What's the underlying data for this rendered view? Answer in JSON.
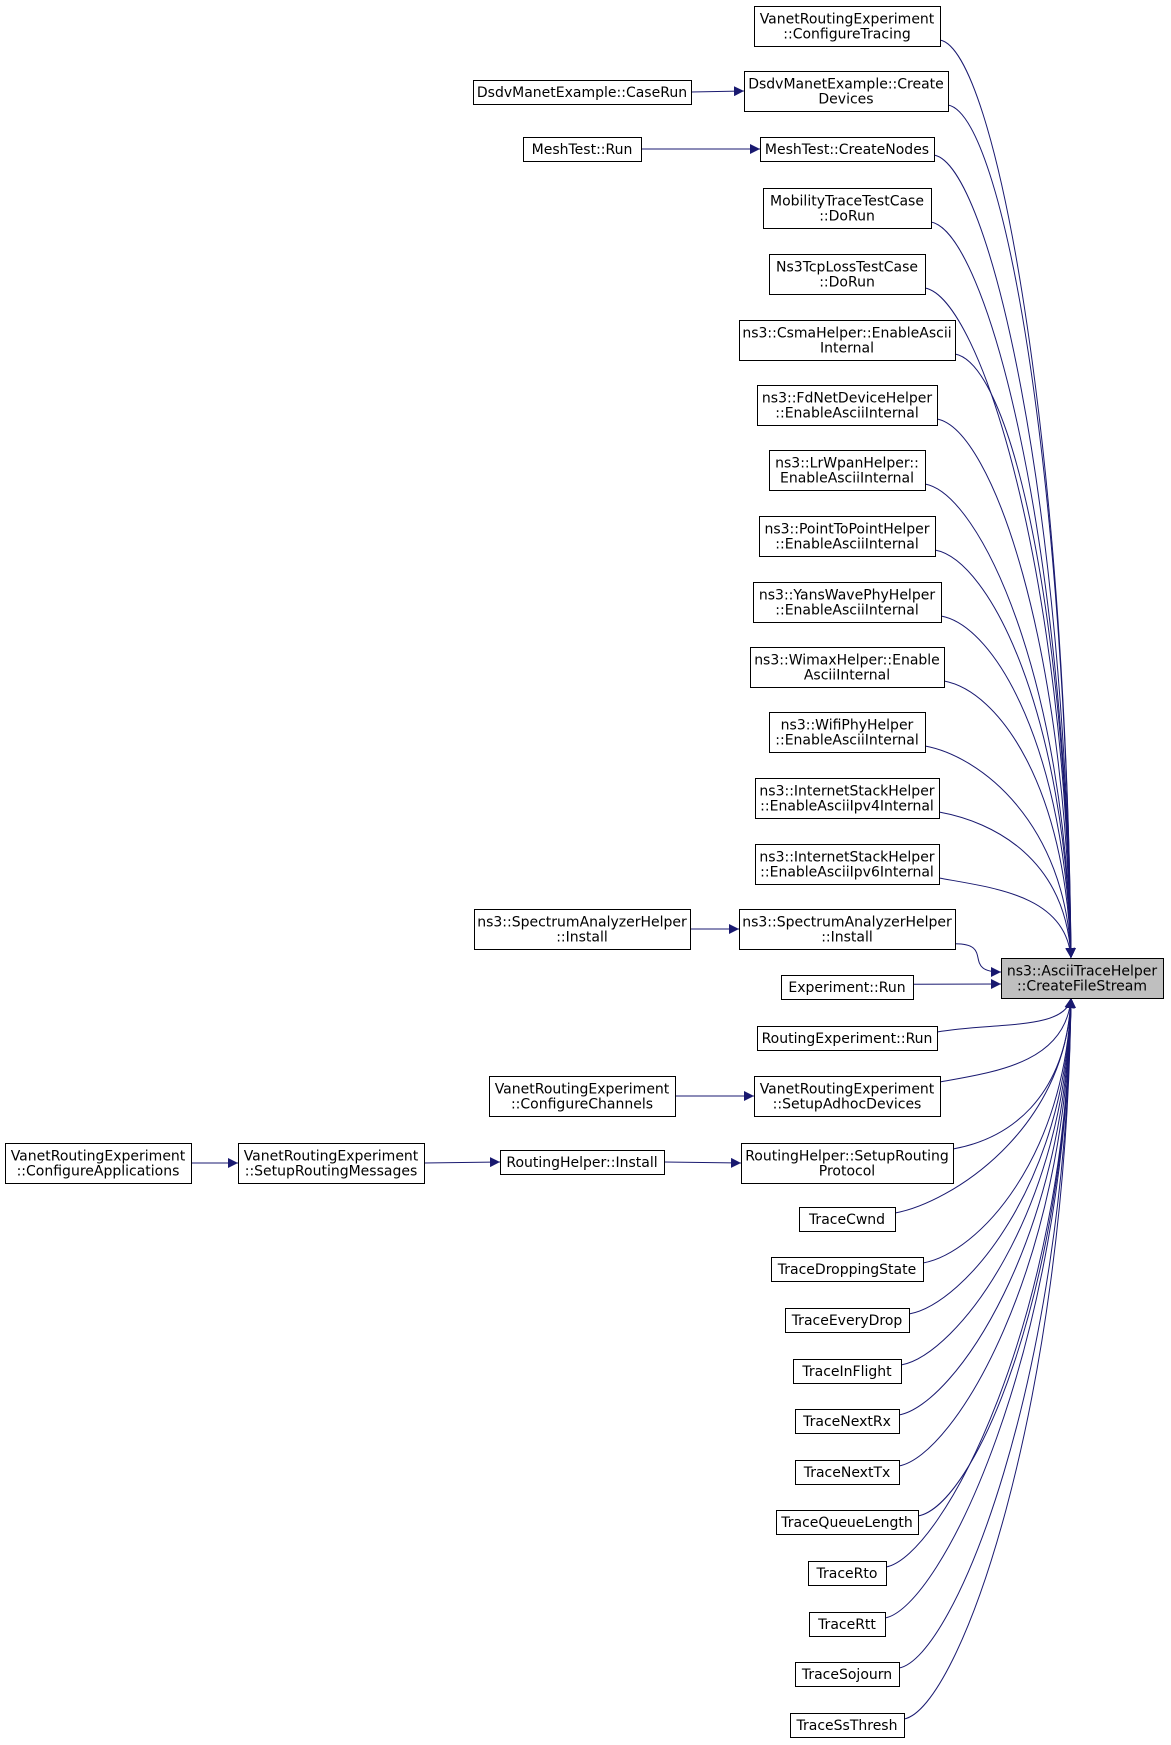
{
  "colors": {
    "edge": "#191970",
    "node_border": "#000000",
    "node_fill": "#ffffff",
    "focus_fill": "#bfbfbf"
  },
  "focus_node": {
    "id": "target",
    "lines": [
      "ns3::AsciiTraceHelper",
      "::CreateFileStream"
    ]
  },
  "nodes": [
    {
      "id": "configure-tracing",
      "lines": [
        "VanetRoutingExperiment",
        "::ConfigureTracing"
      ]
    },
    {
      "id": "dsdv-create-devices",
      "lines": [
        "DsdvManetExample::Create",
        "Devices"
      ]
    },
    {
      "id": "dsdv-case-run",
      "lines": [
        "DsdvManetExample::CaseRun"
      ]
    },
    {
      "id": "meshtest-create-nodes",
      "lines": [
        "MeshTest::CreateNodes"
      ]
    },
    {
      "id": "meshtest-run",
      "lines": [
        "MeshTest::Run"
      ]
    },
    {
      "id": "mobility-trace-dorun",
      "lines": [
        "MobilityTraceTestCase",
        "::DoRun"
      ]
    },
    {
      "id": "ns3tcploss-dorun",
      "lines": [
        "Ns3TcpLossTestCase",
        "::DoRun"
      ]
    },
    {
      "id": "csma-enable-ascii",
      "lines": [
        "ns3::CsmaHelper::EnableAscii",
        "Internal"
      ]
    },
    {
      "id": "fdnet-enable-ascii",
      "lines": [
        "ns3::FdNetDeviceHelper",
        "::EnableAsciiInternal"
      ]
    },
    {
      "id": "lrwpan-enable-ascii",
      "lines": [
        "ns3::LrWpanHelper::",
        "EnableAsciiInternal"
      ]
    },
    {
      "id": "p2p-enable-ascii",
      "lines": [
        "ns3::PointToPointHelper",
        "::EnableAsciiInternal"
      ]
    },
    {
      "id": "yanswave-enable-ascii",
      "lines": [
        "ns3::YansWavePhyHelper",
        "::EnableAsciiInternal"
      ]
    },
    {
      "id": "wimax-enable-ascii",
      "lines": [
        "ns3::WimaxHelper::Enable",
        "AsciiInternal"
      ]
    },
    {
      "id": "wifiphy-enable-ascii",
      "lines": [
        "ns3::WifiPhyHelper",
        "::EnableAsciiInternal"
      ]
    },
    {
      "id": "inet-enable-ipv4",
      "lines": [
        "ns3::InternetStackHelper",
        "::EnableAsciiIpv4Internal"
      ]
    },
    {
      "id": "inet-enable-ipv6",
      "lines": [
        "ns3::InternetStackHelper",
        "::EnableAsciiIpv6Internal"
      ]
    },
    {
      "id": "spectrum-install-left",
      "lines": [
        "ns3::SpectrumAnalyzerHelper",
        "::Install"
      ]
    },
    {
      "id": "spectrum-install-right",
      "lines": [
        "ns3::SpectrumAnalyzerHelper",
        "::Install"
      ]
    },
    {
      "id": "experiment-run",
      "lines": [
        "Experiment::Run"
      ]
    },
    {
      "id": "routing-experiment-run",
      "lines": [
        "RoutingExperiment::Run"
      ]
    },
    {
      "id": "configure-channels",
      "lines": [
        "VanetRoutingExperiment",
        "::ConfigureChannels"
      ]
    },
    {
      "id": "setup-adhoc-devices",
      "lines": [
        "VanetRoutingExperiment",
        "::SetupAdhocDevices"
      ]
    },
    {
      "id": "configure-applications",
      "lines": [
        "VanetRoutingExperiment",
        "::ConfigureApplications"
      ]
    },
    {
      "id": "setup-routing-messages",
      "lines": [
        "VanetRoutingExperiment",
        "::SetupRoutingMessages"
      ]
    },
    {
      "id": "routing-helper-install",
      "lines": [
        "RoutingHelper::Install"
      ]
    },
    {
      "id": "routing-helper-setup",
      "lines": [
        "RoutingHelper::SetupRouting",
        "Protocol"
      ]
    },
    {
      "id": "trace-cwnd",
      "lines": [
        "TraceCwnd"
      ]
    },
    {
      "id": "trace-dropping-state",
      "lines": [
        "TraceDroppingState"
      ]
    },
    {
      "id": "trace-every-drop",
      "lines": [
        "TraceEveryDrop"
      ]
    },
    {
      "id": "trace-in-flight",
      "lines": [
        "TraceInFlight"
      ]
    },
    {
      "id": "trace-next-rx",
      "lines": [
        "TraceNextRx"
      ]
    },
    {
      "id": "trace-next-tx",
      "lines": [
        "TraceNextTx"
      ]
    },
    {
      "id": "trace-queue-length",
      "lines": [
        "TraceQueueLength"
      ]
    },
    {
      "id": "trace-rto",
      "lines": [
        "TraceRto"
      ]
    },
    {
      "id": "trace-rtt",
      "lines": [
        "TraceRtt"
      ]
    },
    {
      "id": "trace-sojourn",
      "lines": [
        "TraceSojourn"
      ]
    },
    {
      "id": "trace-ss-thresh",
      "lines": [
        "TraceSsThresh"
      ]
    }
  ],
  "edges": [
    [
      "dsdv-case-run",
      "dsdv-create-devices"
    ],
    [
      "meshtest-run",
      "meshtest-create-nodes"
    ],
    [
      "spectrum-install-left",
      "spectrum-install-right"
    ],
    [
      "configure-channels",
      "setup-adhoc-devices"
    ],
    [
      "configure-applications",
      "setup-routing-messages"
    ],
    [
      "setup-routing-messages",
      "routing-helper-install"
    ],
    [
      "routing-helper-install",
      "routing-helper-setup"
    ],
    [
      "configure-tracing",
      "target"
    ],
    [
      "dsdv-create-devices",
      "target"
    ],
    [
      "meshtest-create-nodes",
      "target"
    ],
    [
      "mobility-trace-dorun",
      "target"
    ],
    [
      "ns3tcploss-dorun",
      "target"
    ],
    [
      "csma-enable-ascii",
      "target"
    ],
    [
      "fdnet-enable-ascii",
      "target"
    ],
    [
      "lrwpan-enable-ascii",
      "target"
    ],
    [
      "p2p-enable-ascii",
      "target"
    ],
    [
      "yanswave-enable-ascii",
      "target"
    ],
    [
      "wimax-enable-ascii",
      "target"
    ],
    [
      "wifiphy-enable-ascii",
      "target"
    ],
    [
      "inet-enable-ipv4",
      "target"
    ],
    [
      "inet-enable-ipv6",
      "target"
    ],
    [
      "spectrum-install-right",
      "target"
    ],
    [
      "experiment-run",
      "target"
    ],
    [
      "routing-experiment-run",
      "target"
    ],
    [
      "setup-adhoc-devices",
      "target"
    ],
    [
      "routing-helper-setup",
      "target"
    ],
    [
      "trace-cwnd",
      "target"
    ],
    [
      "trace-dropping-state",
      "target"
    ],
    [
      "trace-every-drop",
      "target"
    ],
    [
      "trace-in-flight",
      "target"
    ],
    [
      "trace-next-rx",
      "target"
    ],
    [
      "trace-next-tx",
      "target"
    ],
    [
      "trace-queue-length",
      "target"
    ],
    [
      "trace-rto",
      "target"
    ],
    [
      "trace-rtt",
      "target"
    ],
    [
      "trace-sojourn",
      "target"
    ],
    [
      "trace-ss-thresh",
      "target"
    ]
  ]
}
